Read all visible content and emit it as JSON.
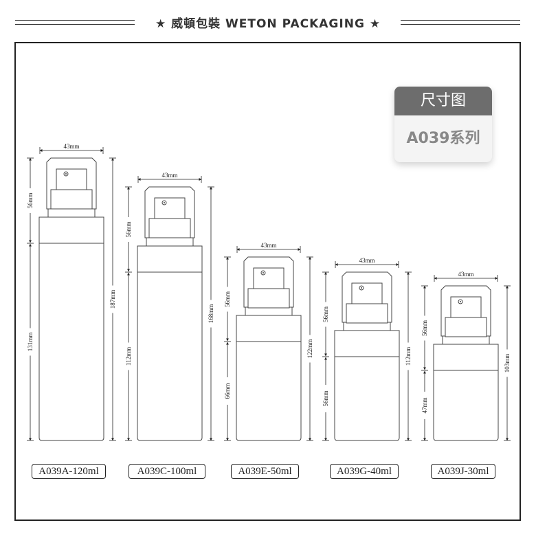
{
  "header": {
    "title": "★ 威頓包裝 WETON PACKAGING ★"
  },
  "badge": {
    "title": "尺寸图",
    "series": "A039系列"
  },
  "bottles": [
    {
      "label": "A039A-120ml",
      "width": "43mm",
      "cap": "56mm",
      "body": "131mm",
      "total": "187mm"
    },
    {
      "label": "A039C-100ml",
      "width": "43mm",
      "cap": "56mm",
      "body": "112mm",
      "total": "168mm"
    },
    {
      "label": "A039E-50ml",
      "width": "43mm",
      "cap": "56mm",
      "body": "66mm",
      "total": "122mm"
    },
    {
      "label": "A039G-40ml",
      "width": "43mm",
      "cap": "56mm",
      "body": "56mm",
      "total": "112mm"
    },
    {
      "label": "A039J-30ml",
      "width": "43mm",
      "cap": "56mm",
      "body": "47mm",
      "total": "103mm"
    }
  ]
}
